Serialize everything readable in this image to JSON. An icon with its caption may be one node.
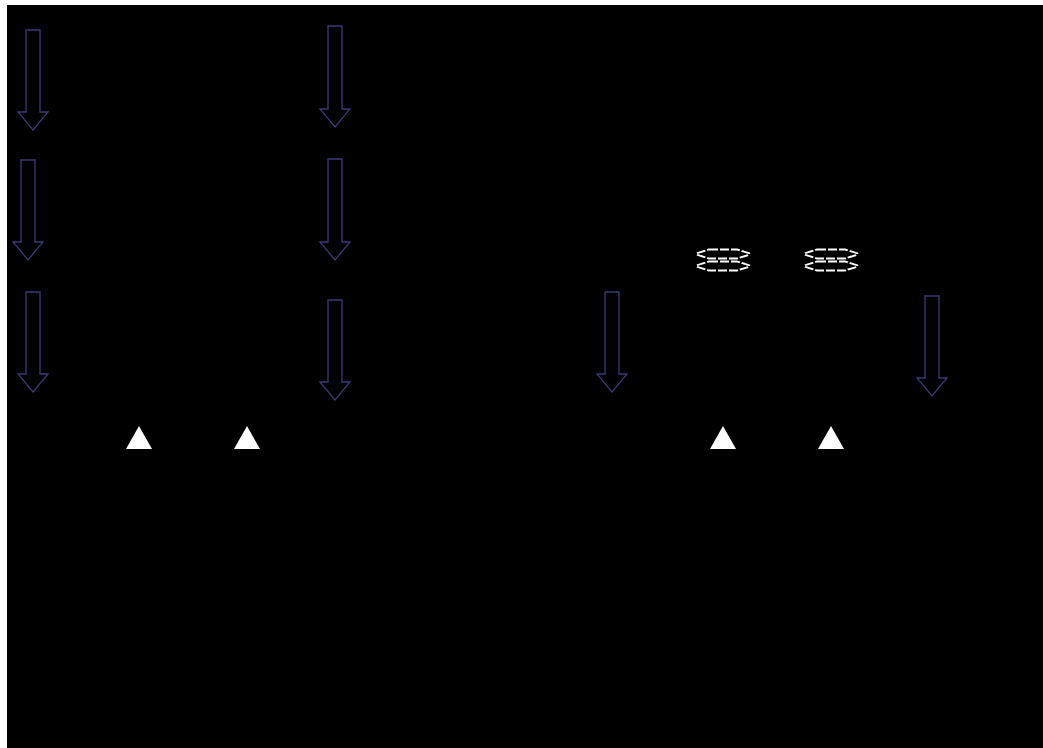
{
  "diagram": {
    "nodes": [
      {
        "text": [],
        "shape": "picture"
      },
      {
        "text": [],
        "shape": "picture"
      },
      {
        "text": [],
        "shape": "triangle"
      },
      {
        "text": [],
        "shape": "triangle"
      },
      {
        "text": [],
        "shape": "triangle"
      },
      {
        "text": [],
        "shape": "triangle"
      }
    ]
  }
}
